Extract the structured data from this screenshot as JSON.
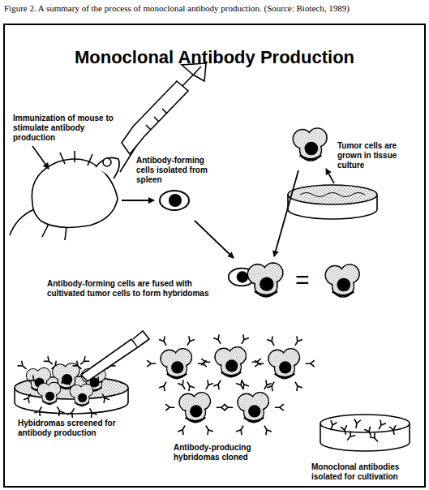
{
  "diagram": {
    "title": "Monoclonal Antibody Production",
    "caption": "Figure 2. A summary of the process of monoclonal antibody production. (Source: Biotech, 1989)",
    "labels": [
      "Immunization of mouse to stimulate antibody production",
      "Antibody-forming cells isolated from spleen",
      "Tumor cells are grown in tissue culture",
      "Antibody-forming cells are fused with cultivated tumor cells to form hybridomas",
      "=",
      "Hybidromas screened for antibody production",
      "Antibody-producing hybridomas cloned",
      "Monoclonal antibodies isolated for cultivation"
    ]
  }
}
